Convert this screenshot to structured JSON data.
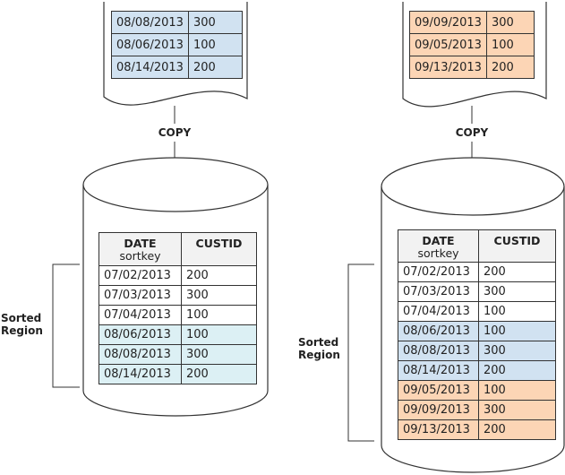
{
  "left": {
    "source_rows": [
      [
        "08/08/2013",
        "300"
      ],
      [
        "08/06/2013",
        "100"
      ],
      [
        "08/14/2013",
        "200"
      ]
    ],
    "copy_label": "COPY",
    "header": {
      "date": "DATE",
      "date_sub": "sortkey",
      "custid": "CUSTID"
    },
    "rows": [
      [
        "07/02/2013",
        "200"
      ],
      [
        "07/03/2013",
        "300"
      ],
      [
        "07/04/2013",
        "100"
      ],
      [
        "08/06/2013",
        "100"
      ],
      [
        "08/08/2013",
        "300"
      ],
      [
        "08/14/2013",
        "200"
      ]
    ],
    "region_label": [
      "Sorted",
      "Region"
    ]
  },
  "right": {
    "source_rows": [
      [
        "09/09/2013",
        "300"
      ],
      [
        "09/05/2013",
        "100"
      ],
      [
        "09/13/2013",
        "200"
      ]
    ],
    "copy_label": "COPY",
    "header": {
      "date": "DATE",
      "date_sub": "sortkey",
      "custid": "CUSTID"
    },
    "rows": [
      [
        "07/02/2013",
        "200"
      ],
      [
        "07/03/2013",
        "300"
      ],
      [
        "07/04/2013",
        "100"
      ],
      [
        "08/06/2013",
        "100"
      ],
      [
        "08/08/2013",
        "300"
      ],
      [
        "08/14/2013",
        "200"
      ],
      [
        "09/05/2013",
        "100"
      ],
      [
        "09/09/2013",
        "300"
      ],
      [
        "09/13/2013",
        "200"
      ]
    ],
    "region_label": [
      "Sorted",
      "Region"
    ]
  },
  "colors": {
    "blue": "#d1e2f1",
    "orange": "#fcd5b5",
    "teal": "#dcf0f4",
    "header": "#f2f2f2"
  }
}
